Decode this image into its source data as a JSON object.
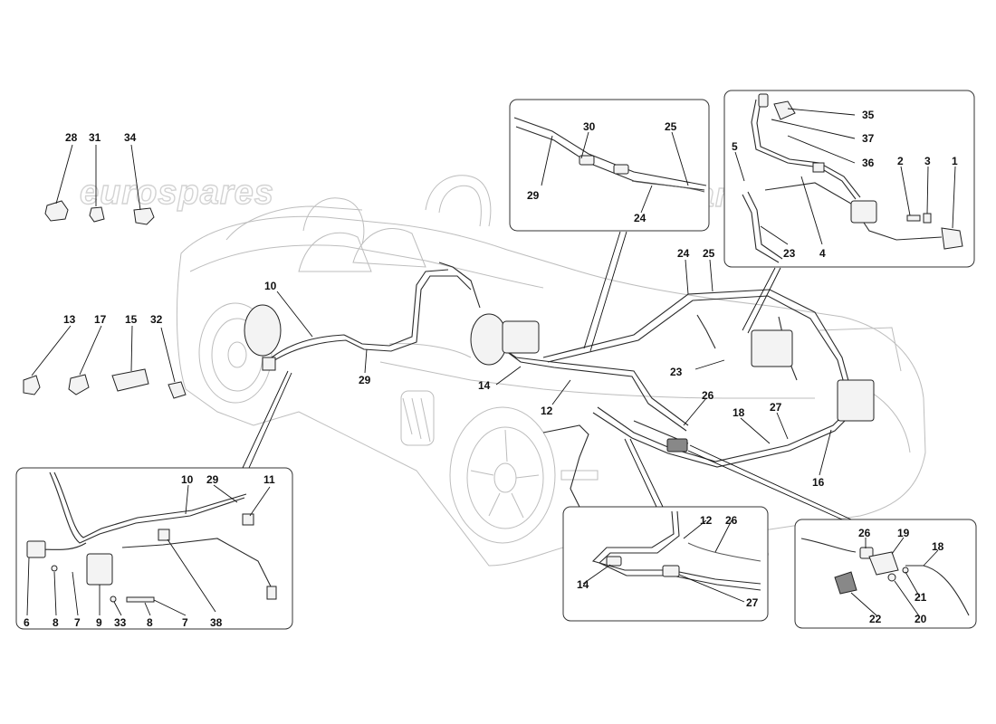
{
  "watermarks": [
    "eurospares",
    "eurospares",
    "eurospares",
    "eurospares"
  ],
  "callouts": {
    "c28": "28",
    "c31": "31",
    "c34": "34",
    "c13": "13",
    "c17": "17",
    "c15": "15",
    "c32": "32",
    "c10a": "10",
    "c29a": "29",
    "c30": "30",
    "c25a": "25",
    "c29b": "29",
    "c24a": "24",
    "c35": "35",
    "c37": "37",
    "c36": "36",
    "c5": "5",
    "c2": "2",
    "c3": "3",
    "c1": "1",
    "c23a": "23",
    "c4": "4",
    "c24b": "24",
    "c25b": "25",
    "c23b": "23",
    "c14a": "14",
    "c12a": "12",
    "c26a": "26",
    "c18a": "18",
    "c27a": "27",
    "c16": "16",
    "c10b": "10",
    "c29c": "29",
    "c11": "11",
    "c6": "6",
    "c8a": "8",
    "c7a": "7",
    "c9": "9",
    "c33": "33",
    "c8b": "8",
    "c7b": "7",
    "c38": "38",
    "c12b": "12",
    "c26b": "26",
    "c14b": "14",
    "c27b": "27",
    "c26c": "26",
    "c19": "19",
    "c18b": "18",
    "c21": "21",
    "c22": "22",
    "c20": "20"
  }
}
